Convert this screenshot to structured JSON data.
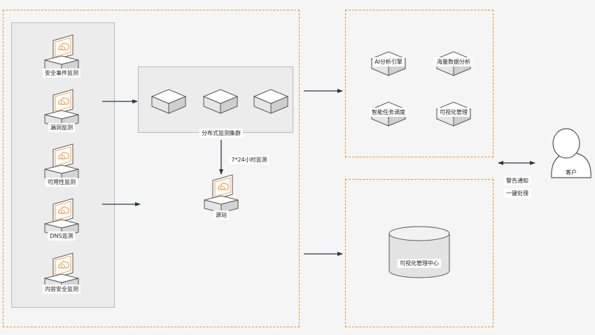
{
  "monitors": [
    {
      "label": "安全事件监测"
    },
    {
      "label": "漏洞监测"
    },
    {
      "label": "可用性监测"
    },
    {
      "label": "DNS监测"
    },
    {
      "label": "内容安全监测"
    }
  ],
  "cluster": {
    "label": "分布式监测集群"
  },
  "arrow_note": "7*24小时监测",
  "source_site": {
    "label": "源站"
  },
  "analysis": [
    {
      "label": "AI分析引擎"
    },
    {
      "label": "海量数据分析"
    },
    {
      "label": "智能任务调度"
    },
    {
      "label": "可视化管理"
    }
  ],
  "center": {
    "label": "可视化管理中心"
  },
  "alert": {
    "line1": "警告通知",
    "line2": "一键处理"
  },
  "customer": {
    "label": "客户"
  },
  "colors": {
    "accent": "#f28c28",
    "line": "#2f3542",
    "box_border": "#b8b8b8"
  }
}
